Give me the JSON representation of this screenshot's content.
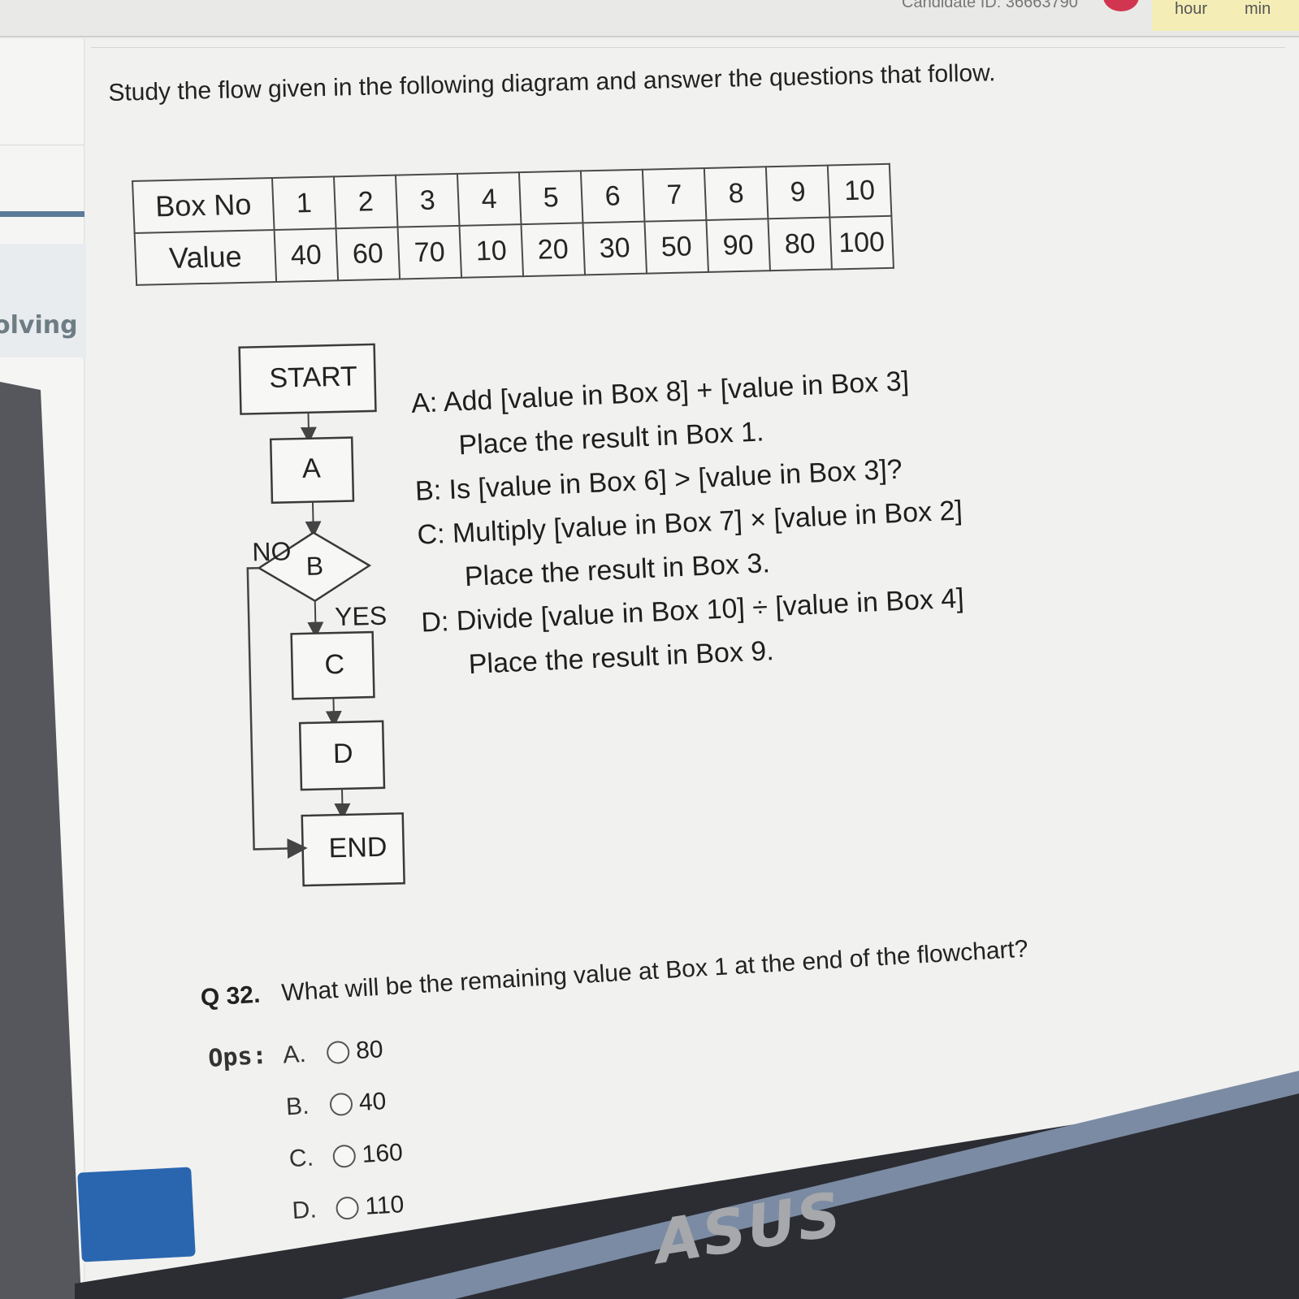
{
  "header": {
    "candidate_text": "Candidate ID: 36663790",
    "timer_hour_label": "hour",
    "timer_min_label": "min"
  },
  "sidebar": {
    "section_label": "olving"
  },
  "instruction": "Study the flow given in the following diagram and answer the questions that follow.",
  "box_table": {
    "row_headers": [
      "Box No",
      "Value"
    ],
    "box_numbers": [
      "1",
      "2",
      "3",
      "4",
      "5",
      "6",
      "7",
      "8",
      "9",
      "10"
    ],
    "values": [
      "40",
      "60",
      "70",
      "10",
      "20",
      "30",
      "50",
      "90",
      "80",
      "100"
    ]
  },
  "flowchart": {
    "start": "START",
    "a": "A",
    "b": "B",
    "c": "C",
    "d": "D",
    "end": "END",
    "no_label": "NO",
    "yes_label": "YES"
  },
  "steps": [
    {
      "text": "A: Add [value in Box 8] + [value in Box 3]",
      "indent": false
    },
    {
      "text": "Place the result in Box 1.",
      "indent": true
    },
    {
      "text": "B:  Is [value in Box 6] > [value in Box 3]?",
      "indent": false
    },
    {
      "text": "C: Multiply [value in Box 7] × [value in Box 2]",
      "indent": false
    },
    {
      "text": "Place the result in Box 3.",
      "indent": true
    },
    {
      "text": "D: Divide [value in Box 10] ÷ [value in Box 4]",
      "indent": false
    },
    {
      "text": "Place the result in Box 9.",
      "indent": true
    }
  ],
  "question": {
    "number": "Q 32.",
    "text": "What will be the remaining value at Box 1 at the end of the flowchart?"
  },
  "options": {
    "label": "Ops:",
    "items": [
      {
        "letter": "A.",
        "value": "80"
      },
      {
        "letter": "B.",
        "value": "40"
      },
      {
        "letter": "C.",
        "value": "160"
      },
      {
        "letter": "D.",
        "value": "110"
      }
    ]
  },
  "bezel": {
    "brand": "ASUS"
  }
}
